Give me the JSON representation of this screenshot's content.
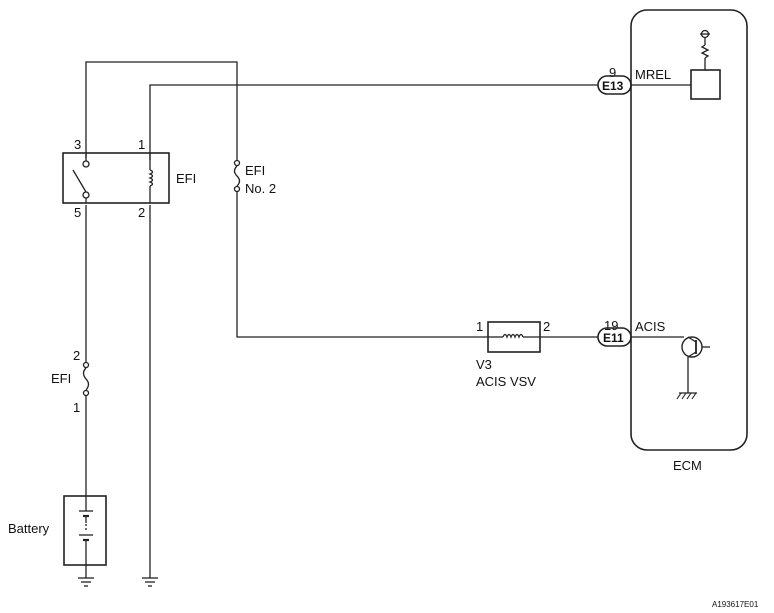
{
  "relay": {
    "label": "EFI",
    "pins": {
      "p1": "1",
      "p2": "2",
      "p3": "3",
      "p5": "5"
    }
  },
  "fuse_efi_no2": {
    "line1": "EFI",
    "line2": "No. 2"
  },
  "fuse_efi": {
    "label": "EFI",
    "pin_top": "2",
    "pin_bottom": "1"
  },
  "battery": {
    "label": "Battery"
  },
  "vsv": {
    "ref": "V3",
    "name": "ACIS VSV",
    "pin_left": "1",
    "pin_right": "2"
  },
  "ecm": {
    "label": "ECM"
  },
  "connectors": [
    {
      "pin": "9",
      "code": "E13",
      "signal": "MREL"
    },
    {
      "pin": "19",
      "code": "E11",
      "signal": "ACIS"
    }
  ],
  "figure_id": "A193617E01"
}
